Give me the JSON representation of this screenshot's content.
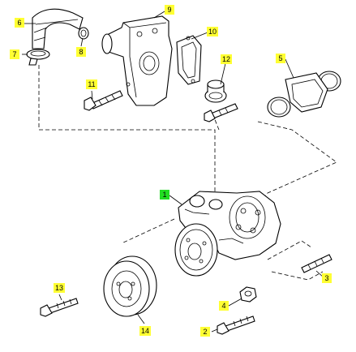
{
  "diagram": {
    "callout_fill": "#ffff33",
    "callout_fill_alt": "#22dd22",
    "callouts": [
      {
        "id": "c1",
        "label": "1"
      },
      {
        "id": "c2",
        "label": "2"
      },
      {
        "id": "c3",
        "label": "3"
      },
      {
        "id": "c4",
        "label": "4"
      },
      {
        "id": "c5",
        "label": "5"
      },
      {
        "id": "c6",
        "label": "6"
      },
      {
        "id": "c7",
        "label": "7"
      },
      {
        "id": "c8",
        "label": "8"
      },
      {
        "id": "c9",
        "label": "9"
      },
      {
        "id": "c10",
        "label": "10"
      },
      {
        "id": "c11",
        "label": "11"
      },
      {
        "id": "c12",
        "label": "12"
      },
      {
        "id": "c13",
        "label": "13"
      },
      {
        "id": "c14",
        "label": "14"
      }
    ]
  }
}
